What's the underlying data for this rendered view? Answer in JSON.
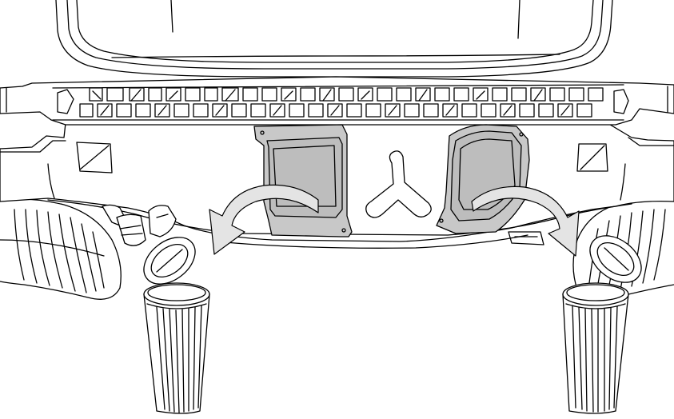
{
  "figure": {
    "colors": {
      "line": "#000000",
      "background": "#ffffff",
      "panel_fill": "#c8c8c8",
      "panel_inner": "#bdbdbd",
      "arrow_fill": "#e4e4e4"
    },
    "parts": [
      {
        "name": "liftgate",
        "icon": "liftgate-outline"
      },
      {
        "name": "rear-bumper-grille",
        "icon": "bumper-grille"
      },
      {
        "name": "left-cover-panel",
        "icon": "removable-cover"
      },
      {
        "name": "right-cover-panel",
        "icon": "removable-cover"
      },
      {
        "name": "left-discard-arrow",
        "icon": "curved-arrow"
      },
      {
        "name": "right-discard-arrow",
        "icon": "curved-arrow"
      },
      {
        "name": "left-trash-bin",
        "icon": "trash-bin-open-lid"
      },
      {
        "name": "right-trash-bin",
        "icon": "trash-bin-open-lid"
      },
      {
        "name": "left-rear-tire",
        "icon": "tire"
      },
      {
        "name": "right-rear-tire",
        "icon": "tire"
      }
    ]
  }
}
